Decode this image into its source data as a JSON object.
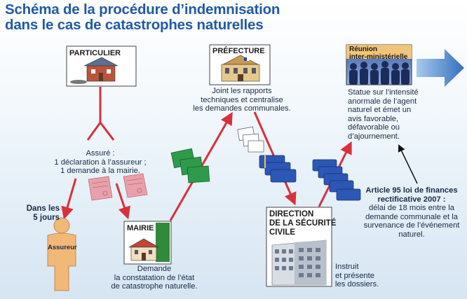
{
  "title": {
    "line1": "Schéma de la procédure d’indemnisation",
    "line2": "dans le cas de catastrophes naturelles"
  },
  "nodes": {
    "particulier": {
      "label": "PARTICULIER"
    },
    "prefecture": {
      "label": "PRÉFECTURE",
      "desc": [
        "Joint les rapports",
        "techniques et centralise",
        "les demandes communales."
      ]
    },
    "reunion": {
      "label": [
        "Réunion",
        "inter-ministérielle"
      ],
      "desc": [
        "Statue sur l’intensité",
        "anormale de l’agent",
        "naturel et émet un",
        "avis favorable,",
        "défavorable ou",
        "d’ajournement."
      ]
    },
    "assure": {
      "lines": [
        "Assuré :",
        "1 déclaration à l’assureur ;",
        "1 demande à la mairie."
      ]
    },
    "delai": {
      "lines": [
        "Dans les",
        "5 jours"
      ]
    },
    "assureur": {
      "label": "Assureur"
    },
    "mairie": {
      "label": "MAIRIE",
      "desc": [
        "Demande",
        "la constatation de l’état",
        "de catastrophe naturelle."
      ]
    },
    "dsc": {
      "label": [
        "DIRECTION",
        "DE LA SÉCURITÉ",
        "CIVILE"
      ],
      "desc": [
        "Instruit",
        "et présente",
        "les dossiers."
      ]
    },
    "article": {
      "title": [
        "Article 95 loi de finances",
        "rectificative 2007 :"
      ],
      "desc": [
        "délai de 18 mois entre la",
        "demande communale et la",
        "survenance de l’événement",
        "naturel."
      ]
    }
  },
  "colors": {
    "title": "#1f5aa8",
    "arrow": "#d9303a",
    "folder": "#2d57b5",
    "document": "#2f9a4a",
    "form": "#e8a0ac",
    "person": "#f2b878",
    "outline_arrow": "#2d6cc0"
  },
  "icons": [
    "house-icon",
    "building-icon",
    "people-icon",
    "person-icon",
    "folder-icon",
    "document-icon",
    "form-icon",
    "arrow-icon"
  ]
}
